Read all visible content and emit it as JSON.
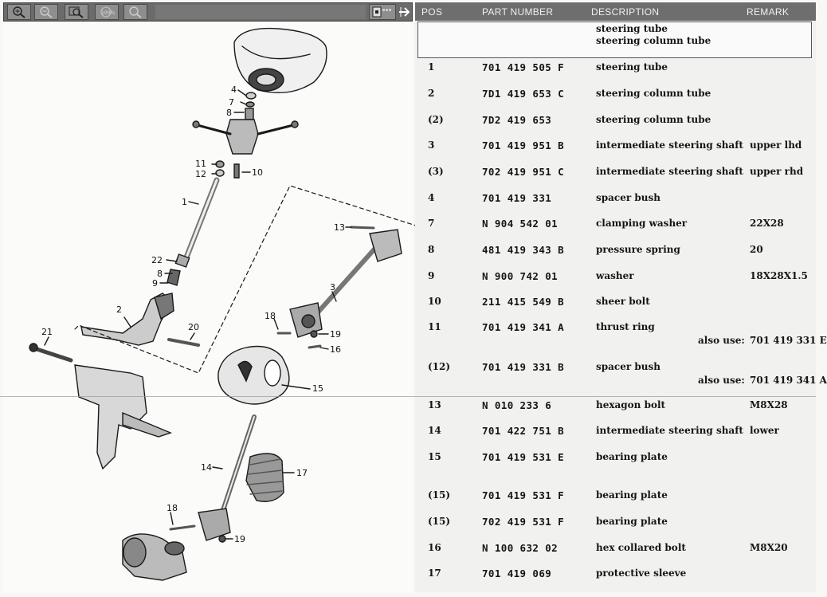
{
  "toolbar": {
    "buttons": [
      {
        "name": "zoom-in-button",
        "icon": "zoom-in-icon"
      },
      {
        "name": "zoom-out-button",
        "icon": "zoom-out-icon"
      },
      {
        "name": "zoom-fit-button",
        "icon": "zoom-fit-icon"
      },
      {
        "name": "zoom-100-button",
        "icon": "zoom-100-icon",
        "label": "100%"
      },
      {
        "name": "zoom-search-button",
        "icon": "magnifier-icon"
      }
    ],
    "arrow_icon": "arrow-right-icon"
  },
  "table": {
    "headers": {
      "pos": "POS",
      "part_number": "PART NUMBER",
      "description": "DESCRIPTION",
      "remark": "REMARK"
    },
    "group": {
      "line1": "steering tube",
      "line2": "steering column tube"
    },
    "also_use_label": "also use:",
    "rows": [
      {
        "pos": "1",
        "pn": "701  419  505  F",
        "desc": "steering tube",
        "remark": ""
      },
      {
        "pos": "2",
        "pn": "7D1  419  653  C",
        "desc": "steering column tube",
        "remark": ""
      },
      {
        "pos": "(2)",
        "pn": "7D2  419  653",
        "desc": "steering column tube",
        "remark": ""
      },
      {
        "pos": "3",
        "pn": "701  419  951  B",
        "desc": "intermediate steering shaft",
        "remark": "upper    lhd"
      },
      {
        "pos": "(3)",
        "pn": "702  419  951  C",
        "desc": "intermediate steering shaft",
        "remark": "upper    rhd"
      },
      {
        "pos": "4",
        "pn": "701  419  331",
        "desc": "spacer bush",
        "remark": ""
      },
      {
        "pos": "7",
        "pn": "N    904  542  01",
        "desc": "clamping washer",
        "remark": "22X28"
      },
      {
        "pos": "8",
        "pn": "481  419  343  B",
        "desc": "pressure spring",
        "remark": "20"
      },
      {
        "pos": "9",
        "pn": "N    900  742  01",
        "desc": "washer",
        "remark": "18X28X1.5"
      },
      {
        "pos": "10",
        "pn": "211  415  549  B",
        "desc": "sheer bolt",
        "remark": ""
      },
      {
        "pos": "11",
        "pn": "701  419  341  A",
        "desc": "thrust ring",
        "remark": "",
        "also": "701 419 331 E"
      },
      {
        "pos": "(12)",
        "pn": "701  419  331  B",
        "desc": "spacer bush",
        "remark": "",
        "also": "701 419 341 A"
      },
      {
        "pos": "13",
        "pn": "N    010  233  6",
        "desc": "hexagon bolt",
        "remark": "M8X28"
      },
      {
        "pos": "14",
        "pn": "701  422  751  B",
        "desc": "intermediate steering shaft",
        "remark": "lower"
      },
      {
        "pos": "15",
        "pn": "701  419  531  E",
        "desc": "bearing plate",
        "remark": ""
      },
      {
        "pos": "(15)",
        "pn": "701  419  531  F",
        "desc": "bearing plate",
        "remark": ""
      },
      {
        "pos": "(15)",
        "pn": "702  419  531  F",
        "desc": "bearing plate",
        "remark": ""
      },
      {
        "pos": "16",
        "pn": "N    100  632  02",
        "desc": "hex collared bolt",
        "remark": "M8X20"
      },
      {
        "pos": "17",
        "pn": "701  419  069",
        "desc": "protective sleeve",
        "remark": ""
      }
    ]
  },
  "diagram": {
    "callouts": [
      "4",
      "7",
      "8",
      "11",
      "12",
      "10",
      "1",
      "22",
      "8",
      "9",
      "2",
      "20",
      "21",
      "13",
      "3",
      "18",
      "19",
      "16",
      "15",
      "14",
      "17",
      "18",
      "19"
    ]
  }
}
